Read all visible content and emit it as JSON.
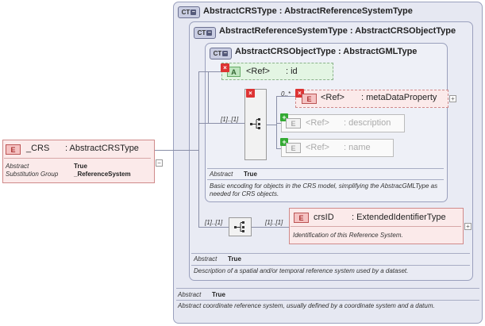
{
  "outer": {
    "badge": "CT",
    "title": "AbstractCRSType : AbstractReferenceSystemType",
    "abstract_label": "Abstract",
    "abstract_value": "True",
    "doc": "Abstract coordinate reference system, usually defined by a coordinate system and a datum."
  },
  "mid": {
    "badge": "CT",
    "title": "AbstractReferenceSystemType : AbstractCRSObjectType",
    "abstract_label": "Abstract",
    "abstract_value": "True",
    "doc": "Description of a spatial and/or temporal reference system used by a dataset."
  },
  "inner": {
    "badge": "CT",
    "title": "AbstractCRSObjectType : AbstractGMLType",
    "abstract_label": "Abstract",
    "abstract_value": "True",
    "doc": "Basic encoding for objects in the CRS model, simplifying the AbstracGMLType as needed for CRS objects."
  },
  "root_element": {
    "icon": "E",
    "name": "_CRS",
    "type": ": AbstractCRSType",
    "props": [
      {
        "label": "Abstract",
        "value": "True"
      },
      {
        "label": "Substitution Group",
        "value": "_ReferenceSystem"
      }
    ]
  },
  "attribute_id": {
    "icon": "A",
    "ref": "<Ref>",
    "name": ": id"
  },
  "meta": {
    "mult": "0..*",
    "icon": "E",
    "ref": "<Ref>",
    "name": ": metaDataProperty"
  },
  "description": {
    "icon": "E",
    "ref": "<Ref>",
    "name": ": description"
  },
  "name_el": {
    "icon": "E",
    "ref": "<Ref>",
    "name": ": name"
  },
  "seq_inner_mult": "[1]..[1]",
  "seq_outer_mult": "[1]..[1]",
  "crsid": {
    "mult": "[1]..[1]",
    "icon": "E",
    "name": "crsID",
    "type": ": ExtendedIdentifierType",
    "doc": "Identification of this Reference System."
  },
  "symbols": {
    "x": "×",
    "plus": "+",
    "minus": "−"
  }
}
